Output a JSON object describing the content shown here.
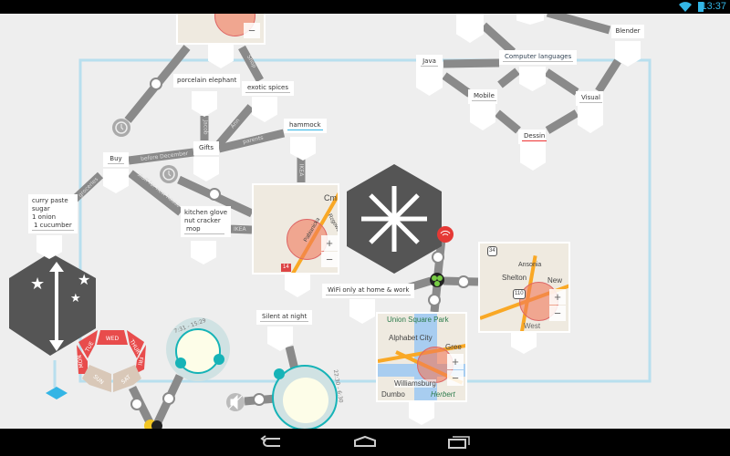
{
  "status_bar": {
    "time": "13:37",
    "wifi_icon": "wifi-icon",
    "battery_icon": "battery-icon"
  },
  "nav_bar": {
    "back": "back-icon",
    "home": "home-icon",
    "recents": "recents-icon"
  },
  "nodes": {
    "porcelain": "porcelain elephant",
    "exotic": "exotic spices",
    "hammock": "hammock",
    "gifts": "Gifts",
    "buy": "Buy",
    "groceries": [
      "curry paste",
      "sugar",
      "1 onion",
      "1 cucumber"
    ],
    "kitchen": [
      "kitchen glove",
      "nut cracker",
      "mop"
    ],
    "java": "Java",
    "computer_languages": "Computer languages",
    "mobile": "Mobile",
    "visual": "Visual",
    "dessin": "Dessin",
    "blender": "Blender",
    "wifi": "WiFi only at home & work",
    "silent": "Silent at night"
  },
  "edge_labels": {
    "shop": "Shop",
    "jacob": "Jacob",
    "ann": "Ann",
    "parents": "parents",
    "before_december": "before December",
    "stuff": "stuff for new house",
    "groceries": "groceries",
    "ikea1": "IKEA",
    "ikea2": "IKEA"
  },
  "days": {
    "mon": "MON",
    "tue": "TUE",
    "wed": "WED",
    "thur": "THUR",
    "fri": "FRI",
    "sat": "SAT",
    "sun": "SUN"
  },
  "clocks": {
    "day_range": "7:31 - 15:29",
    "night_range": "22:30 - 6:30"
  },
  "maps": {
    "center": {
      "labels": [
        "Cm",
        "Pabianicka",
        "Rzgowska"
      ],
      "route": "14"
    },
    "union": {
      "labels": [
        "Union Square Park",
        "Alphabet City",
        "Gree",
        "Williamsburg",
        "Dumbo",
        "Herbert"
      ]
    },
    "shelton": {
      "labels": [
        "Ansonia",
        "Shelton",
        "New",
        "West"
      ],
      "routes": [
        "34",
        "110"
      ]
    },
    "zoom_in": "+",
    "zoom_out": "−"
  },
  "colors": {
    "edge": "#8a8a8a",
    "selection": "#b8dfee",
    "accent": "#33b5e5",
    "days_active": "#e84c4c",
    "days_inactive": "#d9c8b8",
    "clock": "#16b3b7"
  }
}
